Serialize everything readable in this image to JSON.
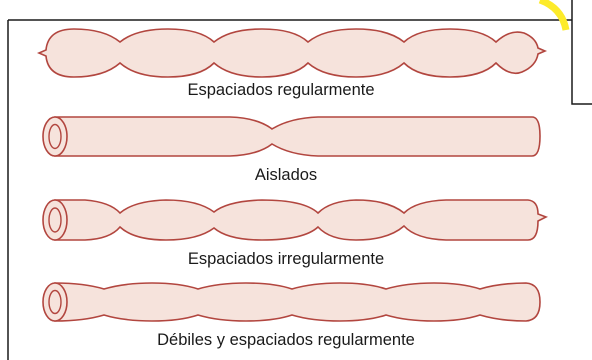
{
  "labels": {
    "regular": "Espaciados regularmente",
    "isolated": "Aislados",
    "irregular": "Espaciados irregularmente",
    "weak": "Débiles y espaciados regularmente"
  },
  "colors": {
    "tube_fill": "#f6e3dc",
    "tube_stroke": "#b2463f",
    "highlight": "#fdeb2a",
    "frame": "#1a1a1a"
  }
}
